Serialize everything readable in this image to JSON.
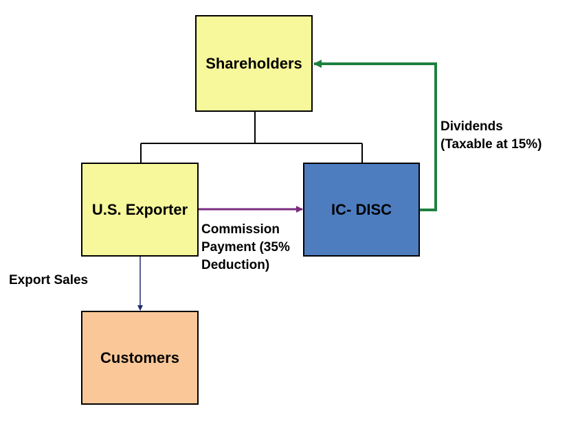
{
  "nodes": {
    "shareholders": {
      "label": "Shareholders",
      "fill": "#f7f79b"
    },
    "exporter": {
      "label": "U.S. Exporter",
      "fill": "#f7f79b"
    },
    "icdisc": {
      "label": "IC- DISC",
      "fill": "#4d7dbf"
    },
    "customers": {
      "label": "Customers",
      "fill": "#fac898"
    }
  },
  "edges": {
    "dividends": {
      "lines": [
        "Dividends",
        "(Taxable at 15%)"
      ],
      "color": "#1e8040"
    },
    "commission": {
      "lines": [
        "Commission",
        "Payment (35%",
        "Deduction)"
      ],
      "color": "#7a2a7f"
    },
    "export": {
      "label": "Export Sales",
      "color": "#1f2a6e"
    },
    "ownership": {
      "color": "#000000"
    }
  }
}
